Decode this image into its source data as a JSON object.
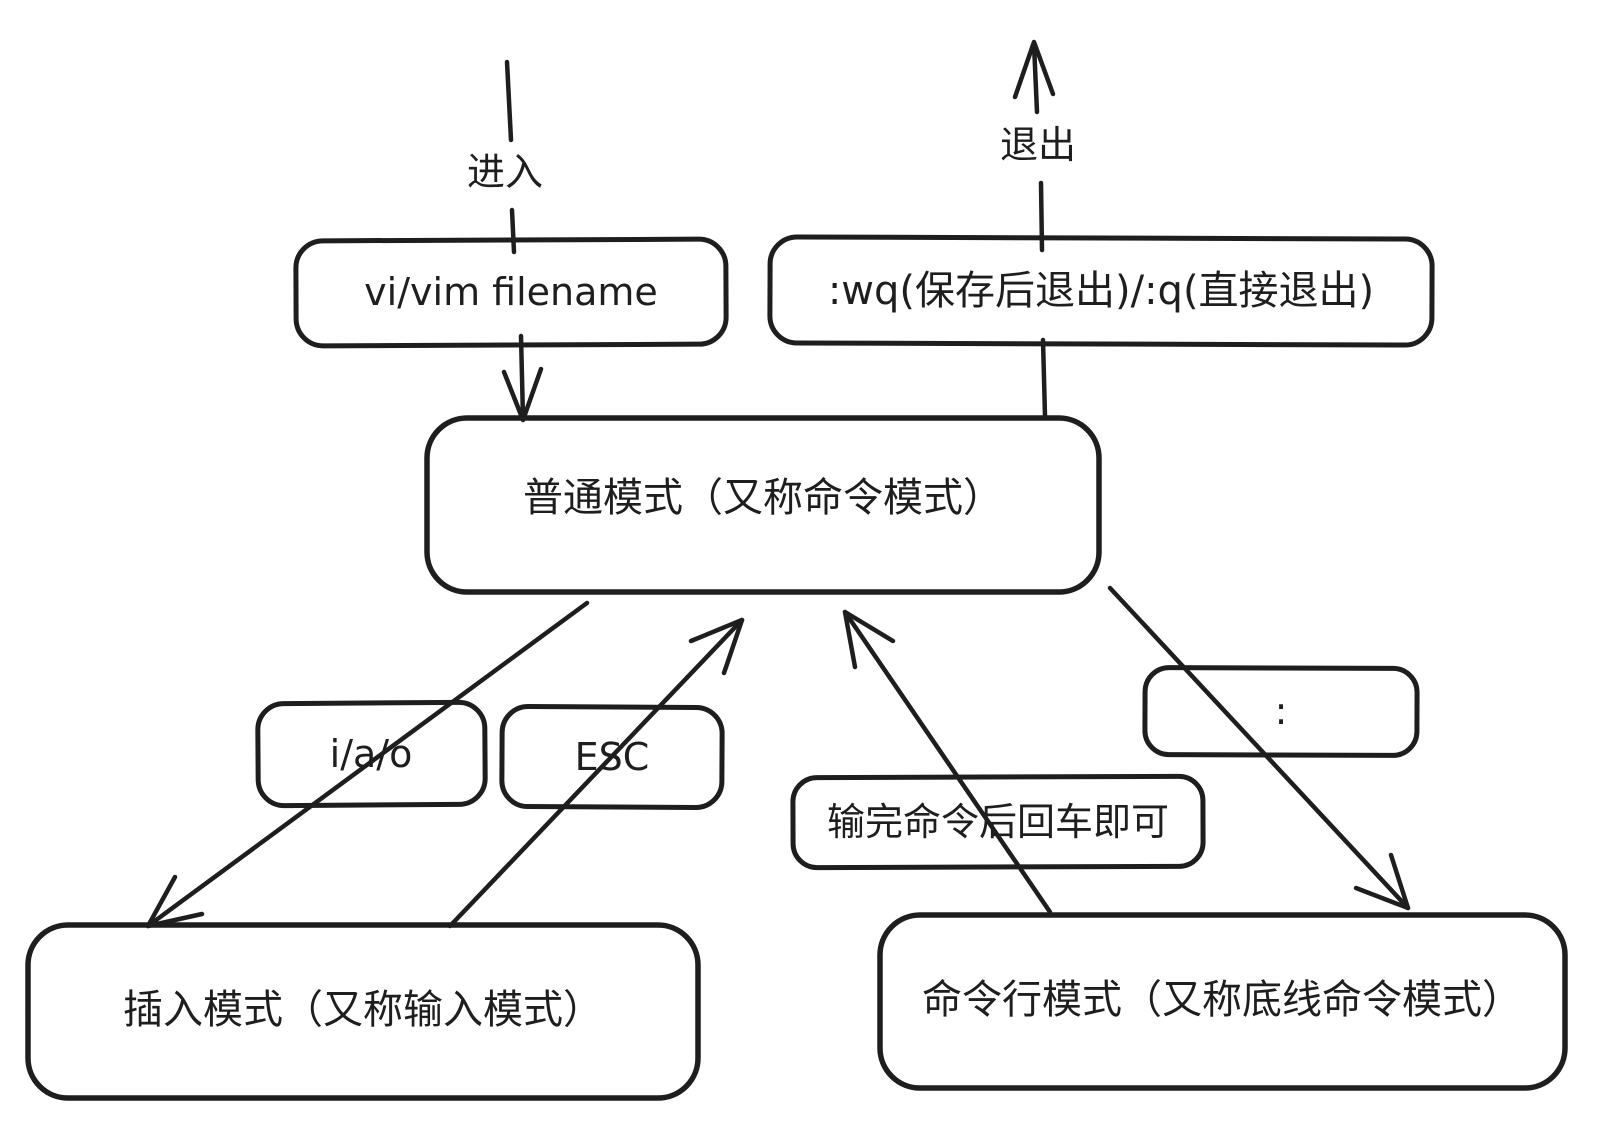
{
  "diagram": {
    "title_hint": "vim modes flowchart",
    "labels": {
      "enter": "进入",
      "exit": "退出"
    },
    "nodes": {
      "vi_command": "vi/vim filename",
      "quit_command": ":wq(保存后退出)/:q(直接退出)",
      "normal_mode": "普通模式（又称命令模式）",
      "iao_key": "i/a/o",
      "esc_key": "ESC",
      "enter_hint": "输完命令后回车即可",
      "colon_key": ":",
      "insert_mode": "插入模式（又称输入模式）",
      "cmdline_mode": "命令行模式（又称底线命令模式）"
    },
    "colors": {
      "node_fill": "#a5d8ff",
      "stroke": "#1e1e1e",
      "background": "#ffffff"
    }
  }
}
